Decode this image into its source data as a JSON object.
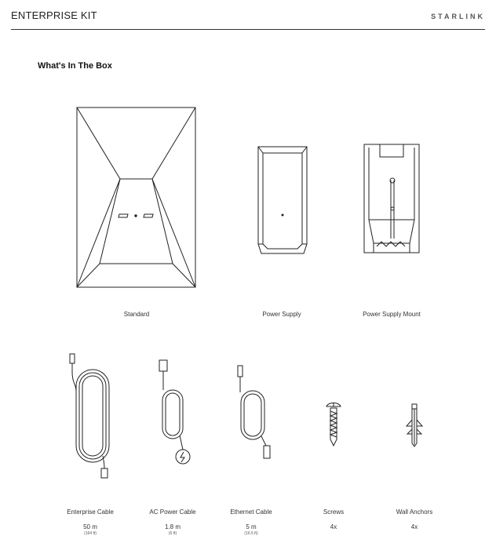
{
  "header": {
    "title": "ENTERPRISE KIT",
    "brand": "STARLINK"
  },
  "section": {
    "title": "What's In The Box"
  },
  "items_top": [
    {
      "label": "Standard",
      "icon": "dish-icon"
    },
    {
      "label": "Power Supply",
      "icon": "power-supply-icon"
    },
    {
      "label": "Power Supply Mount",
      "icon": "power-supply-mount-icon"
    }
  ],
  "items_bottom": [
    {
      "label": "Enterprise Cable",
      "qty": "50 m",
      "qty_sub": "(164 ft)",
      "icon": "enterprise-cable-icon"
    },
    {
      "label": "AC Power Cable",
      "qty": "1.8 m",
      "qty_sub": "(6 ft)",
      "icon": "ac-power-cable-icon"
    },
    {
      "label": "Ethernet Cable",
      "qty": "5 m",
      "qty_sub": "(16.5 ft)",
      "icon": "ethernet-cable-icon"
    },
    {
      "label": "Screws",
      "qty": "4x",
      "qty_sub": "",
      "icon": "screw-icon"
    },
    {
      "label": "Wall Anchors",
      "qty": "4x",
      "qty_sub": "",
      "icon": "wall-anchor-icon"
    }
  ]
}
